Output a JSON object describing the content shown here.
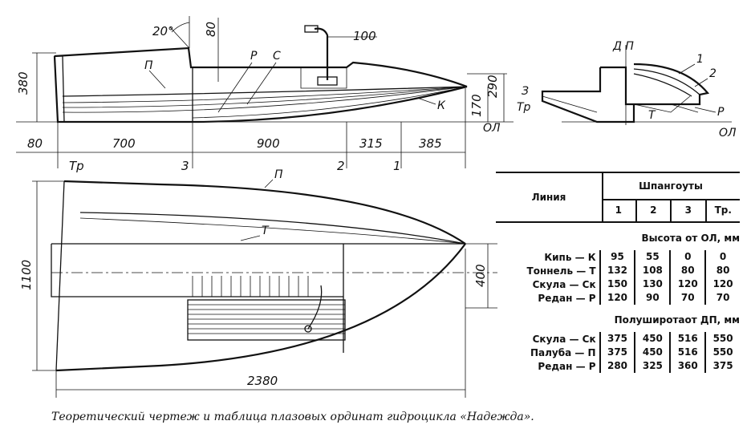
{
  "caption": "Теоретический чертеж и таблица плазовых ординат гидроцикла «Надежда».",
  "side_view": {
    "angle": "20°",
    "dim_80_top": "80",
    "dim_100": "100",
    "dim_380": "380",
    "dim_170": "170",
    "dim_290": "290",
    "labels": {
      "P": "П",
      "R": "Р",
      "S": "С",
      "K": "К",
      "OL": "ОЛ"
    },
    "stations": {
      "Tr": "Тр",
      "s3": "3",
      "s2": "2",
      "s1": "1"
    },
    "spacing": [
      "80",
      "700",
      "900",
      "315",
      "385"
    ]
  },
  "plan_view": {
    "labels": {
      "P": "П",
      "T": "Т"
    },
    "dim_1100": "1100",
    "dim_400": "400",
    "dim_2380": "2380"
  },
  "body_plan": {
    "labels": {
      "DP": "Д П",
      "one": "1",
      "two": "2",
      "Z": "З",
      "Tr": "Тр",
      "T": "Т",
      "R": "Р",
      "OL": "ОЛ"
    }
  },
  "table": {
    "liniya": "Линия",
    "shpangouty": "Шпангоуты",
    "columns": [
      "1",
      "2",
      "3",
      "Тр."
    ],
    "section1": "Высота от ОЛ, мм",
    "rows1": [
      {
        "name": "Кипь — К",
        "values": [
          "95",
          "55",
          "0",
          "0"
        ]
      },
      {
        "name": "Тоннель — Т",
        "values": [
          "132",
          "108",
          "80",
          "80"
        ]
      },
      {
        "name": "Скула — Ск",
        "values": [
          "150",
          "130",
          "120",
          "120"
        ]
      },
      {
        "name": "Редан — Р",
        "values": [
          "120",
          "90",
          "70",
          "70"
        ]
      }
    ],
    "section2": "Полуширотаот ДП, мм",
    "rows2": [
      {
        "name": "Скула — Ск",
        "values": [
          "375",
          "450",
          "516",
          "550"
        ]
      },
      {
        "name": "Палуба — П",
        "values": [
          "375",
          "450",
          "516",
          "550"
        ]
      },
      {
        "name": "Редан — Р",
        "values": [
          "280",
          "325",
          "360",
          "375"
        ]
      }
    ]
  }
}
